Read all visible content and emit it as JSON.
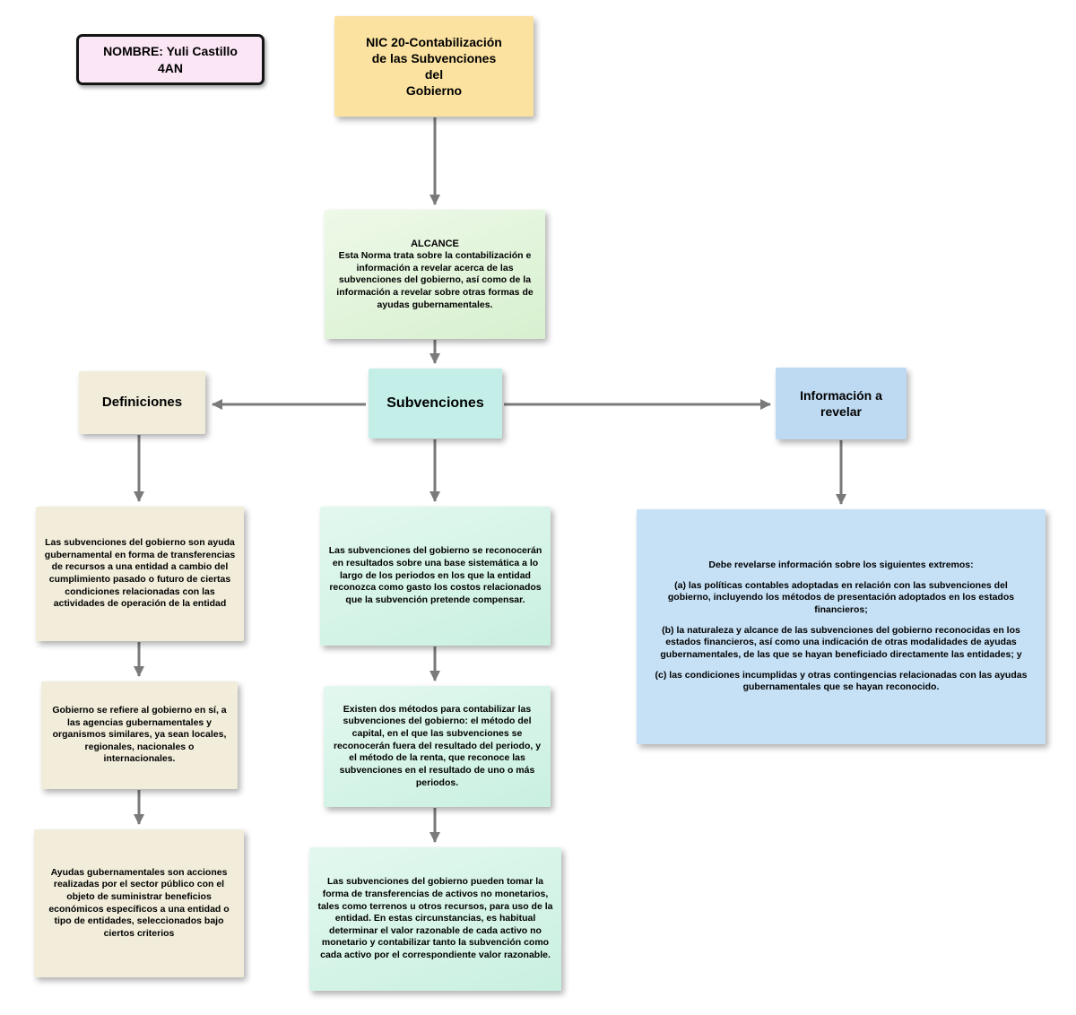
{
  "diagram": {
    "name_tag": {
      "text": "NOMBRE: Yuli Castillo\n4AN"
    },
    "title": {
      "text": "NIC 20-Contabilización\nde las Subvenciones\ndel\nGobierno"
    },
    "alcance": {
      "heading": "ALCANCE",
      "body": "Esta Norma trata sobre la contabilización e información a revelar acerca de las subvenciones del gobierno, así como de la información a revelar sobre otras formas de ayudas gubernamentales."
    },
    "subvenciones": {
      "label": "Subvenciones"
    },
    "definiciones": {
      "label": "Definiciones"
    },
    "informacion": {
      "label": "Información a\nrevelar"
    },
    "definiciones_detalle": [
      {
        "text": "Las subvenciones del gobierno son ayuda gubernamental en forma de transferencias de recursos a una entidad a cambio del cumplimiento pasado o futuro de ciertas condiciones relacionadas con las actividades de operación de la entidad"
      },
      {
        "text": "Gobierno se refiere al gobierno en sí, a las agencias gubernamentales y organismos similares, ya sean locales, regionales, nacionales o internacionales."
      },
      {
        "text": "Ayudas gubernamentales son acciones realizadas por el sector público con el objeto de suministrar beneficios económicos específicos a una entidad o tipo de entidades, seleccionados bajo ciertos criterios"
      }
    ],
    "subvenciones_detalle": [
      {
        "text": "Las subvenciones del gobierno se reconocerán en resultados sobre una base sistemática a lo largo de los periodos en los que la entidad reconozca como gasto los costos relacionados que la subvención pretende compensar."
      },
      {
        "text": "Existen dos métodos para contabilizar las subvenciones del gobierno: el método del capital, en el que las subvenciones se reconocerán fuera del resultado del periodo, y el método de la renta, que reconoce las subvenciones en el resultado de uno o más periodos."
      },
      {
        "text": "Las subvenciones del gobierno pueden tomar la forma de transferencias de activos no monetarios, tales como terrenos u otros recursos, para uso de la entidad. En estas circunstancias, es habitual determinar el valor razonable de cada activo no monetario y contabilizar tanto la subvención como cada activo por el correspondiente valor razonable."
      }
    ],
    "informacion_detalle": {
      "intro": "Debe revelarse información sobre los siguientes extremos:",
      "items": [
        "(a) las políticas contables adoptadas en relación con las subvenciones del gobierno, incluyendo los métodos de presentación adoptados en los estados financieros;",
        "(b) la naturaleza y alcance de las subvenciones del gobierno reconocidas en los estados financieros, así como una indicación de otras modalidades de ayudas gubernamentales, de las que se hayan beneficiado directamente las entidades; y",
        "(c) las condiciones incumplidas y otras contingencias relacionadas con las ayudas gubernamentales que se hayan reconocido."
      ]
    },
    "colors": {
      "name_tag_bg": "#fbe6f5",
      "title_bg": "#fbe2a0",
      "alcance_bg": "#dcf0d2",
      "subvenciones_bg": "#c3efe8",
      "definiciones_bg": "#f1edda",
      "informacion_bg": "#bedaf2",
      "subvenciones_detail_bg": "#cef2e6",
      "informacion_detail_bg": "#c6e1f6",
      "connector": "#7a7a7a"
    }
  }
}
